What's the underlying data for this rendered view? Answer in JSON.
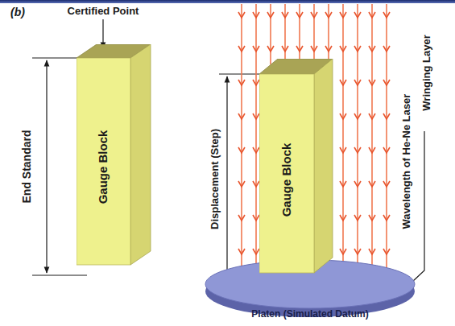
{
  "diagram": {
    "nodes": [
      {
        "text": [
          "Gauge Block"
        ]
      },
      {
        "text": [
          "Gauge Block"
        ]
      },
      {
        "text": [
          "Platen (Simulated Datum)"
        ]
      }
    ],
    "labels": [
      "(b)",
      "Certified Point",
      "End Standard",
      "Displacement (Step)",
      "Wavelength of He-Ne Laser",
      "Wringing Layer"
    ]
  }
}
